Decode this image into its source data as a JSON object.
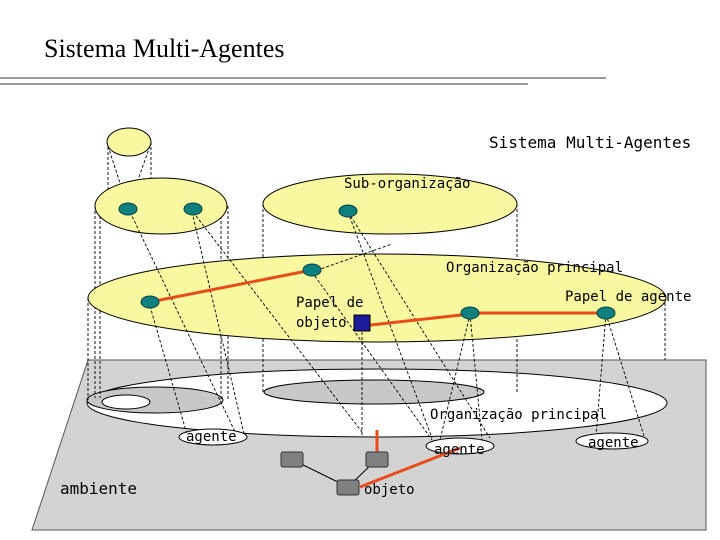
{
  "slide": {
    "title": "Sistema Multi-Agentes"
  },
  "diagram": {
    "system_label": "Sistema Multi-Agentes",
    "sub_org_label": "Sub-organização",
    "org_principal_label": "Organização principal",
    "object_role_label_line1": "Papel de",
    "object_role_label_line2": "objeto",
    "agent_role_label": "Papel de agente",
    "env_org_label": "Organização principal",
    "agent_label_1": "agente",
    "agent_label_2": "agente",
    "agent_label_3": "agente",
    "object_label": "objeto",
    "environment_label": "ambiente"
  },
  "colors": {
    "ellipse_fill": "#f8f8a0",
    "plane_fill": "#d3d3d3",
    "agent_dot": "#0f8080",
    "object_role": "#1c1c9c",
    "link_red": "#e84c1a",
    "env_object": "#808080"
  }
}
